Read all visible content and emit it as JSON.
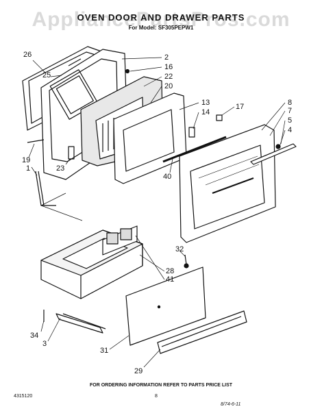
{
  "header": {
    "watermark": "AppliancePartsPros.com",
    "title": "OVEN DOOR AND DRAWER PARTS",
    "model_line": "For Model: SF305PEPW1"
  },
  "callouts": [
    {
      "id": "c26",
      "text": "26"
    },
    {
      "id": "c25",
      "text": "25"
    },
    {
      "id": "c2",
      "text": "2"
    },
    {
      "id": "c16",
      "text": "16"
    },
    {
      "id": "c22",
      "text": "22"
    },
    {
      "id": "c20",
      "text": "20"
    },
    {
      "id": "c13",
      "text": "13"
    },
    {
      "id": "c14",
      "text": "14"
    },
    {
      "id": "c17",
      "text": "17"
    },
    {
      "id": "c8",
      "text": "8"
    },
    {
      "id": "c7",
      "text": "7"
    },
    {
      "id": "c5",
      "text": "5"
    },
    {
      "id": "c4",
      "text": "4"
    },
    {
      "id": "c19",
      "text": "19"
    },
    {
      "id": "c1",
      "text": "1"
    },
    {
      "id": "c23",
      "text": "23"
    },
    {
      "id": "c40",
      "text": "40"
    },
    {
      "id": "c32",
      "text": "32"
    },
    {
      "id": "c28",
      "text": "28"
    },
    {
      "id": "c41",
      "text": "41"
    },
    {
      "id": "c34",
      "text": "34"
    },
    {
      "id": "c3",
      "text": "3"
    },
    {
      "id": "c31",
      "text": "31"
    },
    {
      "id": "c29",
      "text": "29"
    }
  ],
  "footer": {
    "note": "FOR ORDERING INFORMATION REFER TO PARTS PRICE LIST",
    "doc_number": "4315120",
    "page": "8",
    "handwritten": "8/74-6-11"
  }
}
